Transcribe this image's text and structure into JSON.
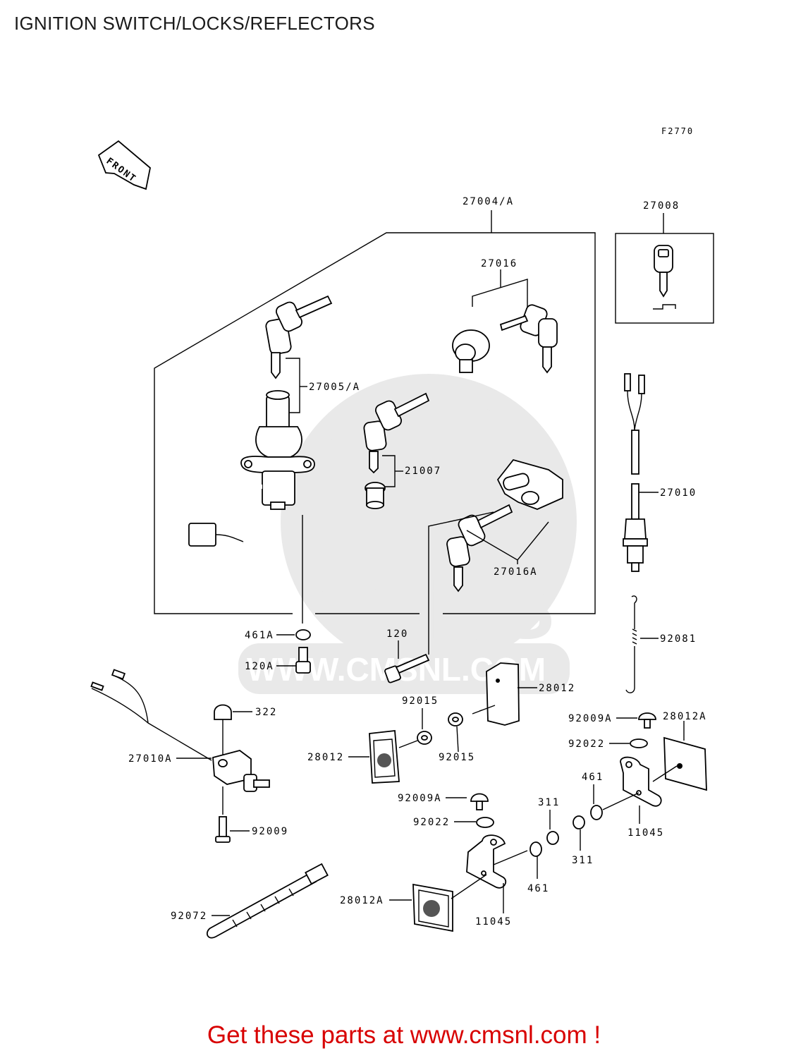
{
  "title": "IGNITION SWITCH/LOCKS/REFLECTORS",
  "figure_code": "F2770",
  "front_label": "FRONT",
  "watermark": {
    "brand": "CMS",
    "url": "WWW.CMSNL.COM"
  },
  "part_labels": {
    "p27004A": "27004/A",
    "p27008": "27008",
    "p27016": "27016",
    "p27005A": "27005/A",
    "p21007": "21007",
    "p27010": "27010",
    "p27016A": "27016A",
    "p461A": "461A",
    "p120A": "120A",
    "p120": "120",
    "p92081": "92081",
    "p28012_top": "28012",
    "p322": "322",
    "p92015_top": "92015",
    "p92015_bottom": "92015",
    "p92009A_right": "92009A",
    "p28012A_right": "28012A",
    "p27010A": "27010A",
    "p28012_left": "28012",
    "p92022_right": "92022",
    "p461_right": "461",
    "p92009A_mid": "92009A",
    "p311_top": "311",
    "p92022_mid": "92022",
    "p11045_right": "11045",
    "p92009": "92009",
    "p311_bottom": "311",
    "p461_bottom": "461",
    "p92072": "92072",
    "p28012A_bottom": "28012A",
    "p11045_bottom": "11045"
  },
  "footer": "Get these parts at www.cmsnl.com !"
}
